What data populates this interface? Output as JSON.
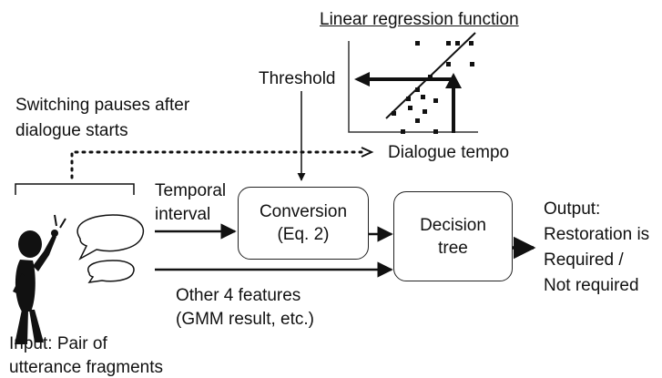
{
  "title": "Linear regression function",
  "labels": {
    "threshold": "Threshold",
    "dialogue_tempo": "Dialogue tempo",
    "switching_line1": "Switching pauses after",
    "switching_line2": "dialogue starts",
    "temporal_line1": "Temporal",
    "temporal_line2": "interval",
    "other_line1": "Other 4 features",
    "other_line2": "(GMM result, etc.)",
    "input_line1": "Input: Pair of",
    "input_line2": "utterance fragments",
    "output_line1": "Output:",
    "output_line2": "Restoration is",
    "output_line3": "Required /",
    "output_line4": "Not required"
  },
  "boxes": {
    "conversion_line1": "Conversion",
    "conversion_line2": "(Eq. 2)",
    "decision_line1": "Decision",
    "decision_line2": "tree"
  },
  "icons": [
    "person-thinking-icon",
    "speech-bubble-icon",
    "speech-bubble-icon"
  ],
  "colors": {
    "ink": "#111111"
  }
}
